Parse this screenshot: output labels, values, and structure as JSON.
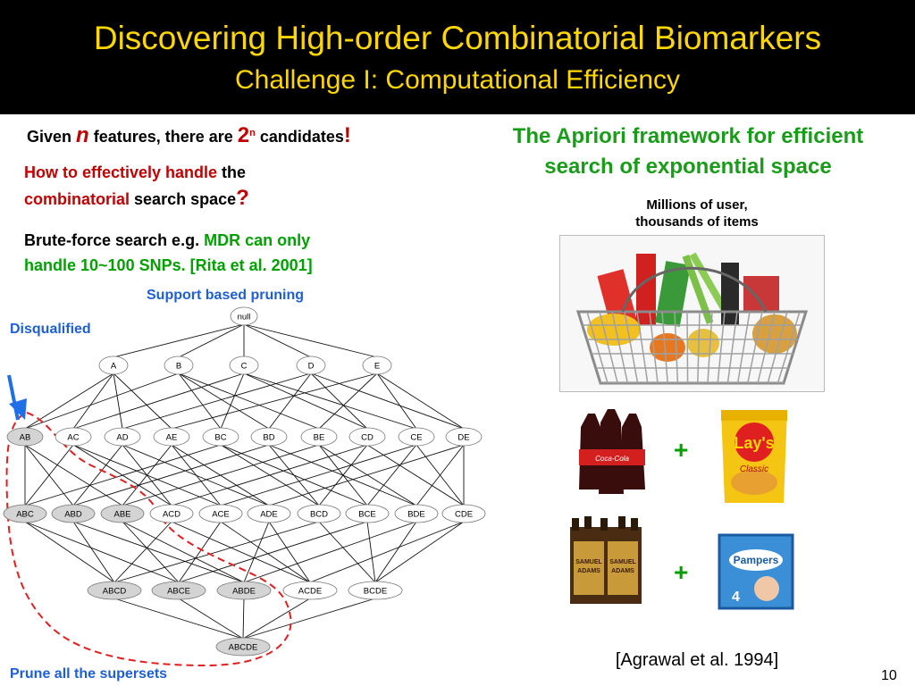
{
  "slide": {
    "title": "Discovering High-order Combinatorial Biomarkers",
    "subtitle": "Challenge I: Computational Efficiency",
    "page_number": "10"
  },
  "left": {
    "line1": {
      "a": "Given ",
      "n": "n",
      "b": " features, there are ",
      "two": "2",
      "exp": "n",
      "c": " candidates",
      "bang": "!"
    },
    "line2": {
      "a": "How to effectively handle",
      "b": " the",
      "c": "combinatorial",
      "d": " search space",
      "q": "?"
    },
    "line3": {
      "a": "Brute-force search e.g. ",
      "b": "MDR can only",
      "c": "handle 10~100 SNPs. [Rita et al. 2001]"
    }
  },
  "lattice": {
    "support_label": "Support based pruning",
    "disqualified_label": "Disqualified",
    "prune_label": "Prune all the supersets",
    "levels": [
      [
        "null"
      ],
      [
        "A",
        "B",
        "C",
        "D",
        "E"
      ],
      [
        "AB",
        "AC",
        "AD",
        "AE",
        "BC",
        "BD",
        "BE",
        "CD",
        "CE",
        "DE"
      ],
      [
        "ABC",
        "ABD",
        "ABE",
        "ACD",
        "ACE",
        "ADE",
        "BCD",
        "BCE",
        "BDE",
        "CDE"
      ],
      [
        "ABCD",
        "ABCE",
        "ABDE",
        "ACDE",
        "BCDE"
      ],
      [
        "ABCDE"
      ]
    ],
    "pruned_nodes": [
      "AB",
      "ABC",
      "ABD",
      "ABE",
      "ABCD",
      "ABCE",
      "ABDE",
      "ABCDE"
    ],
    "colors": {
      "pruned_fill": "#d4d4d4",
      "node_fill": "#ffffff",
      "prune_curve": "#e02020",
      "arrow": "#1f6fe8"
    }
  },
  "right": {
    "title_line1": "The Apriori framework for efficient",
    "title_line2": "search of exponential space",
    "basket_caption_line1": "Millions of user,",
    "basket_caption_line2": "thousands of items",
    "plus1": "+",
    "plus2": "+",
    "cola_label": "Coca-Cola",
    "chips_brand": "Lay's",
    "chips_flavor": "Classic",
    "beer_brand_line1": "SAMUEL",
    "beer_brand_line2": "ADAMS",
    "diaper_brand": "Pampers",
    "diaper_size": "4",
    "citation": "[Agrawal et al. 1994]"
  }
}
